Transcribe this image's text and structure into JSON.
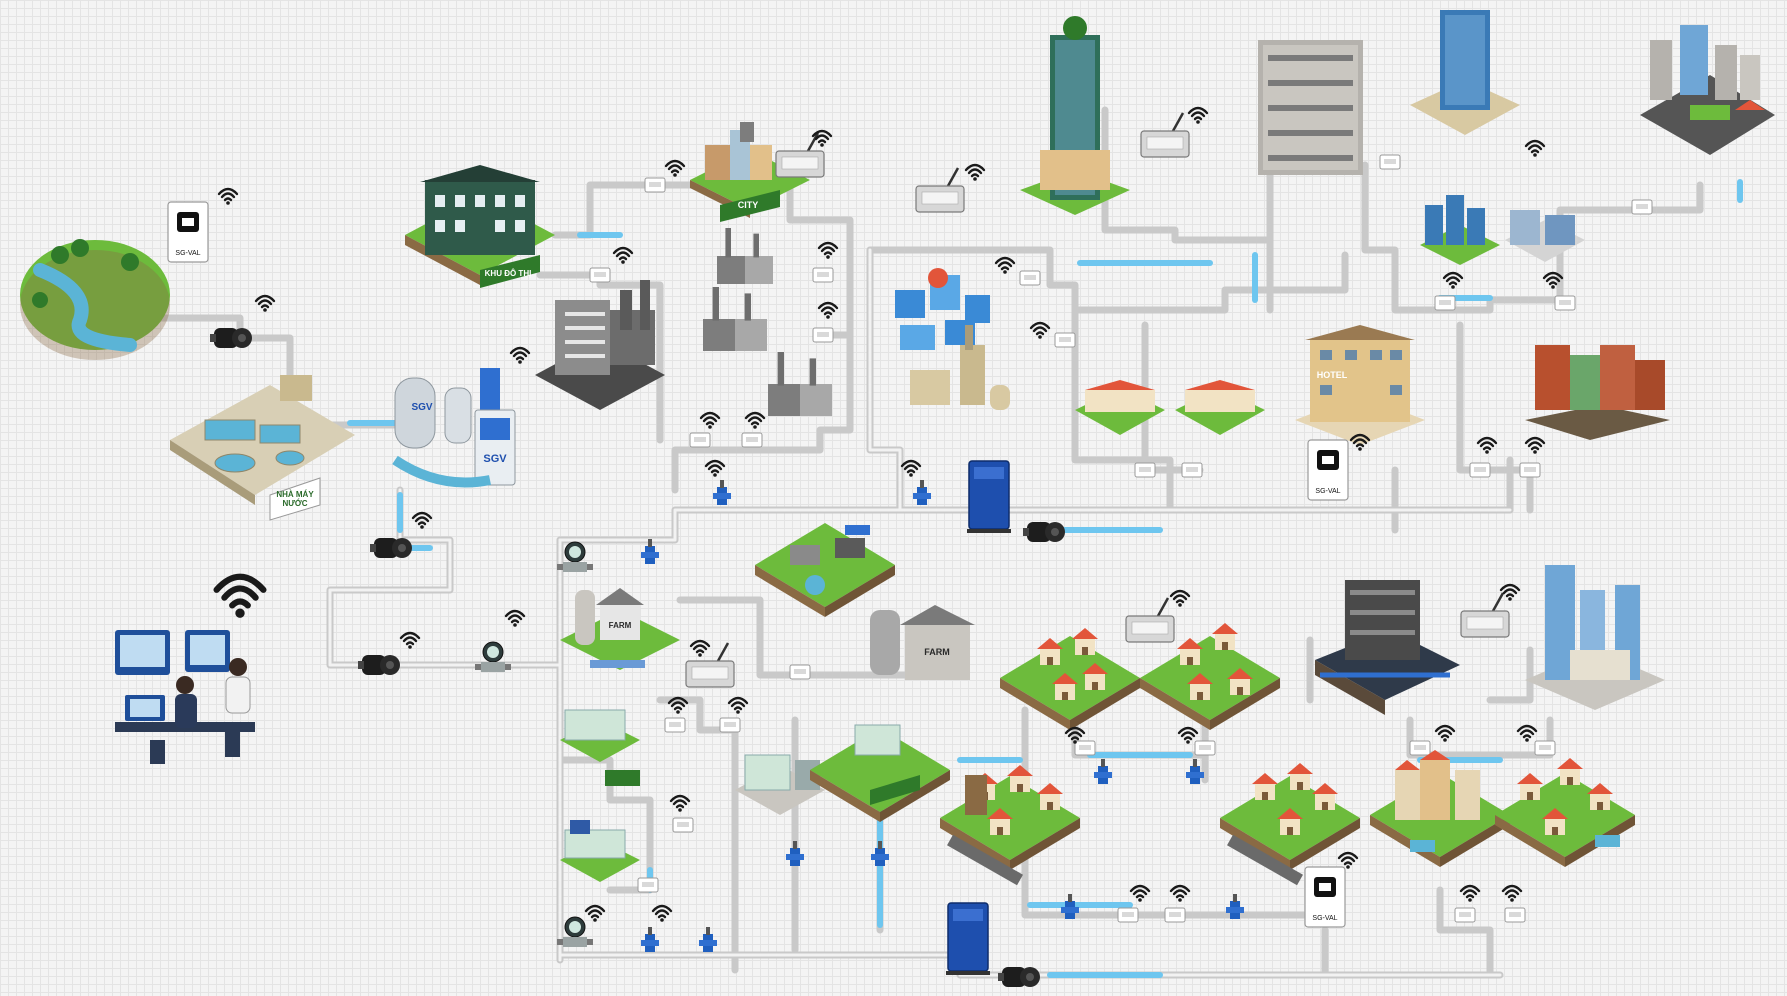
{
  "labels": {
    "nha_may_nuoc": "NHÀ MÁY\nNƯỚC",
    "khu_do_thi": "KHU ĐÔ THỊ",
    "city": "CITY",
    "farm": "FARM",
    "hotel": "HOTEL",
    "sgv": "SGV",
    "sg_val": "SG-VAL"
  },
  "icons": {
    "wifi": "wifi-icon",
    "pump": "pump-icon",
    "flow_meter": "flow-meter-icon",
    "valve": "valve-icon",
    "gateway": "gateway-icon",
    "controller": "sg-val-controller-icon",
    "water_tank": "water-tank-icon"
  },
  "colors": {
    "pipe": "#c9c9c9",
    "water_flow": "#6ec6ef",
    "valve": "#1f5fbf",
    "tank": "#1e4fae",
    "grass": "#6dbb3c",
    "water": "#5bb4d6",
    "roof": "#e2553a"
  }
}
